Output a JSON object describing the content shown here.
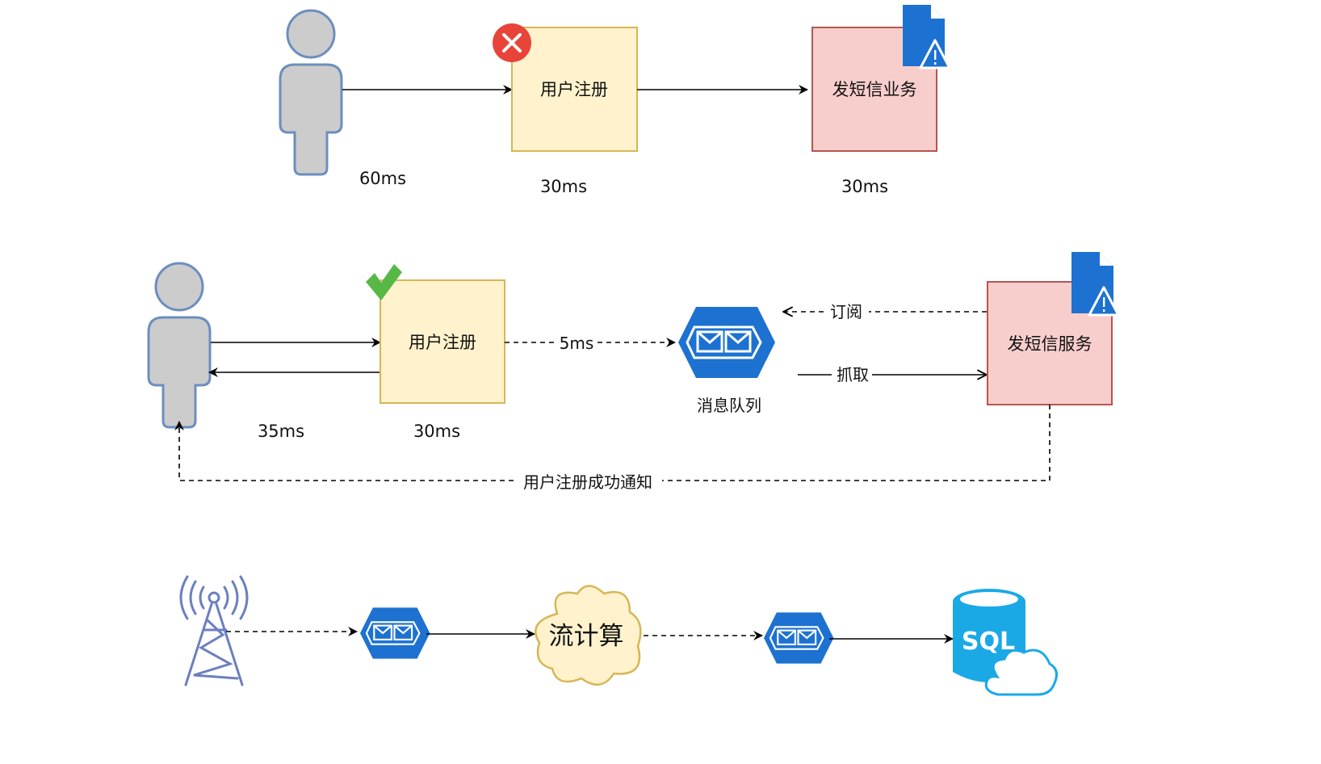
{
  "row1": {
    "register_box": "用户注册",
    "sms_box": "发短信业务",
    "times": {
      "user_to_register": "60ms",
      "register": "30ms",
      "sms": "30ms"
    }
  },
  "row2": {
    "register_box": "用户注册",
    "sms_box": "发短信服务",
    "queue_label": "消息队列",
    "edge_register_to_queue": "5ms",
    "edge_subscribe": "订阅",
    "edge_fetch": "抓取",
    "edge_notify": "用户注册成功通知",
    "times": {
      "user": "35ms",
      "register": "30ms"
    }
  },
  "row3": {
    "cloud_label": "流计算",
    "db_label": "SQL"
  },
  "colors": {
    "user_fill": "#cccccc",
    "user_stroke": "#6c8ebf",
    "yellow_fill": "#fff2cc",
    "yellow_stroke": "#d6b656",
    "red_fill": "#f8cecc",
    "red_stroke": "#b85450",
    "azure_blue": "#1d72d1",
    "sql_blue": "#1ba9e6",
    "error_red": "#e8443a",
    "check_green": "#57b845"
  },
  "icons": [
    "user-icon",
    "error-icon",
    "document-warning-icon",
    "check-icon",
    "queue-icon",
    "tower-icon",
    "cloud-shape",
    "sql-database-icon"
  ]
}
